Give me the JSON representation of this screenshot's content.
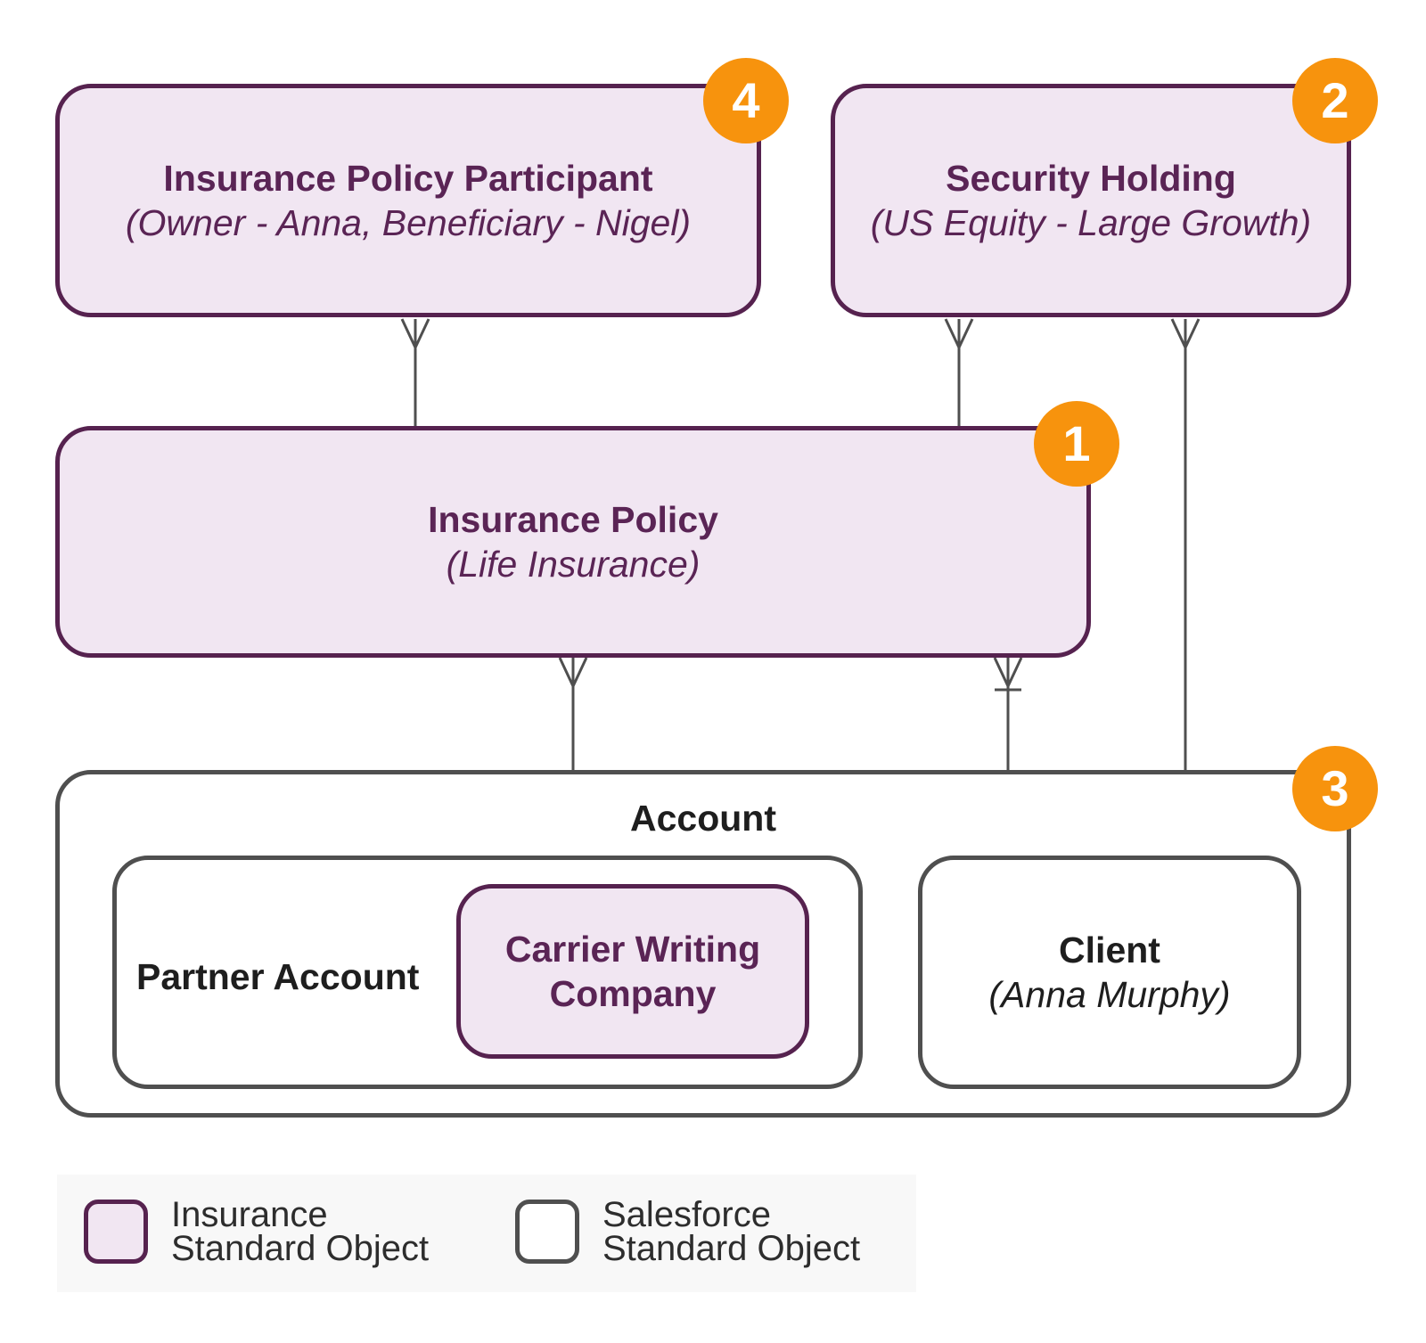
{
  "diagram": {
    "boxes": {
      "insurance_policy_participant": {
        "title": "Insurance Policy Participant",
        "subtitle": "(Owner - Anna, Beneficiary - Nigel)",
        "badge": "4"
      },
      "security_holding": {
        "title": "Security Holding",
        "subtitle": "(US Equity - Large Growth)",
        "badge": "2"
      },
      "insurance_policy": {
        "title": "Insurance Policy",
        "subtitle": "(Life Insurance)",
        "badge": "1"
      },
      "account": {
        "title": "Account",
        "badge": "3"
      },
      "partner_account": {
        "title": "Partner Account"
      },
      "carrier_writing_company": {
        "title_line1": "Carrier Writing",
        "title_line2": "Company"
      },
      "client": {
        "title": "Client",
        "subtitle": "(Anna Murphy)"
      }
    },
    "legend": {
      "insurance_line1": "Insurance",
      "insurance_line2": "Standard Object",
      "salesforce_line1": "Salesforce",
      "salesforce_line2": "Standard Object"
    },
    "colors": {
      "insurance_border": "#56224f",
      "insurance_fill": "#f1e6f2",
      "standard_border": "#4f4f4f",
      "badge": "#f7930d",
      "connector": "#4f4f4f"
    }
  }
}
